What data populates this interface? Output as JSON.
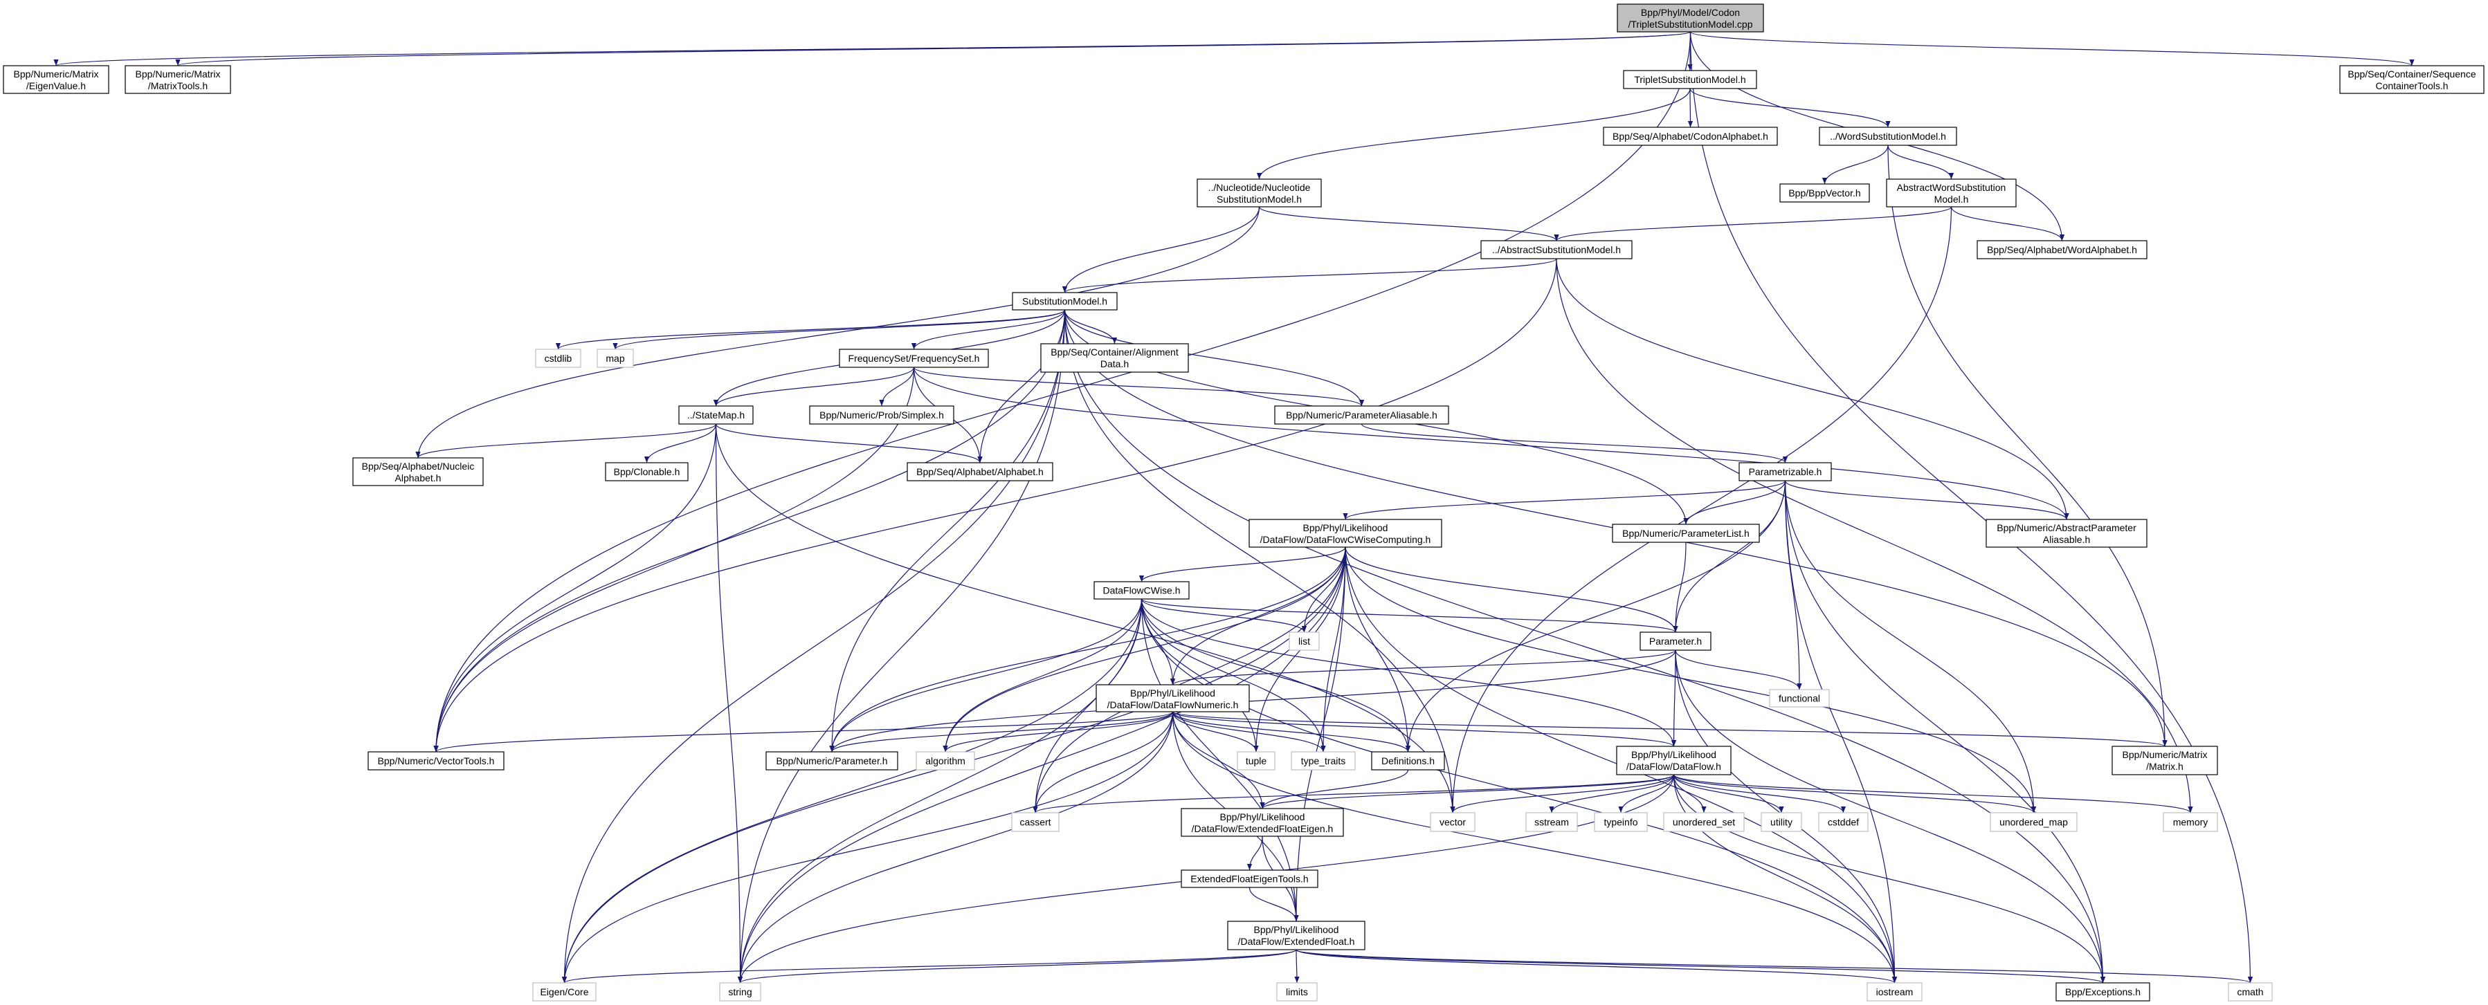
{
  "colors": {
    "edge": "#191970",
    "root_fill": "#bfbfbf",
    "system_border": "#bfbfbf",
    "node_border": "#000000"
  },
  "nodes": {
    "root": {
      "lines": [
        "Bpp/Phyl/Model/Codon",
        "/TripletSubstitutionModel.cpp"
      ],
      "kind": "root"
    },
    "eigenvalue": {
      "lines": [
        "Bpp/Numeric/Matrix",
        "/EigenValue.h"
      ],
      "kind": "project"
    },
    "matrixtools": {
      "lines": [
        "Bpp/Numeric/Matrix",
        "/MatrixTools.h"
      ],
      "kind": "project"
    },
    "triplet": {
      "lines": [
        "TripletSubstitutionModel.h"
      ],
      "kind": "project"
    },
    "seqcontainertools": {
      "lines": [
        "Bpp/Seq/Container/Sequence",
        "ContainerTools.h"
      ],
      "kind": "project"
    },
    "codonalphabet": {
      "lines": [
        "Bpp/Seq/Alphabet/CodonAlphabet.h"
      ],
      "kind": "project"
    },
    "wordsubst": {
      "lines": [
        "../WordSubstitutionModel.h"
      ],
      "kind": "project"
    },
    "nucleotide": {
      "lines": [
        "../Nucleotide/Nucleotide",
        "SubstitutionModel.h"
      ],
      "kind": "project"
    },
    "bppvector": {
      "lines": [
        "Bpp/BppVector.h"
      ],
      "kind": "project"
    },
    "abstractword": {
      "lines": [
        "AbstractWordSubstitution",
        "Model.h"
      ],
      "kind": "project"
    },
    "abstractsubst": {
      "lines": [
        "../AbstractSubstitutionModel.h"
      ],
      "kind": "project"
    },
    "wordalphabet": {
      "lines": [
        "Bpp/Seq/Alphabet/WordAlphabet.h"
      ],
      "kind": "project"
    },
    "substmodel": {
      "lines": [
        "SubstitutionModel.h"
      ],
      "kind": "project"
    },
    "cstdlib": {
      "lines": [
        "cstdlib"
      ],
      "kind": "system"
    },
    "map": {
      "lines": [
        "map"
      ],
      "kind": "system"
    },
    "freqset": {
      "lines": [
        "FrequencySet/FrequencySet.h"
      ],
      "kind": "project"
    },
    "alignmentdata": {
      "lines": [
        "Bpp/Seq/Container/Alignment",
        "Data.h"
      ],
      "kind": "project"
    },
    "statemap": {
      "lines": [
        "../StateMap.h"
      ],
      "kind": "project"
    },
    "simplex": {
      "lines": [
        "Bpp/Numeric/Prob/Simplex.h"
      ],
      "kind": "project"
    },
    "paramaliasable": {
      "lines": [
        "Bpp/Numeric/ParameterAliasable.h"
      ],
      "kind": "project"
    },
    "nucleicalphabet": {
      "lines": [
        "Bpp/Seq/Alphabet/Nucleic",
        "Alphabet.h"
      ],
      "kind": "project"
    },
    "clonable": {
      "lines": [
        "Bpp/Clonable.h"
      ],
      "kind": "project"
    },
    "alphabet": {
      "lines": [
        "Bpp/Seq/Alphabet/Alphabet.h"
      ],
      "kind": "project"
    },
    "parametrizable": {
      "lines": [
        "Parametrizable.h"
      ],
      "kind": "project"
    },
    "dfcwisecomputing": {
      "lines": [
        "Bpp/Phyl/Likelihood",
        "/DataFlow/DataFlowCWiseComputing.h"
      ],
      "kind": "project"
    },
    "parameterlist": {
      "lines": [
        "Bpp/Numeric/ParameterList.h"
      ],
      "kind": "project"
    },
    "absparamaliasable": {
      "lines": [
        "Bpp/Numeric/AbstractParameter",
        "Aliasable.h"
      ],
      "kind": "project"
    },
    "dfcwise": {
      "lines": [
        "DataFlowCWise.h"
      ],
      "kind": "project"
    },
    "list": {
      "lines": [
        "list"
      ],
      "kind": "system"
    },
    "parameter": {
      "lines": [
        "Parameter.h"
      ],
      "kind": "project"
    },
    "functional": {
      "lines": [
        "functional"
      ],
      "kind": "system"
    },
    "dfnumeric": {
      "lines": [
        "Bpp/Phyl/Likelihood",
        "/DataFlow/DataFlowNumeric.h"
      ],
      "kind": "project"
    },
    "vectortools": {
      "lines": [
        "Bpp/Numeric/VectorTools.h"
      ],
      "kind": "project"
    },
    "numparameter": {
      "lines": [
        "Bpp/Numeric/Parameter.h"
      ],
      "kind": "project"
    },
    "algorithm": {
      "lines": [
        "algorithm"
      ],
      "kind": "system"
    },
    "tuple": {
      "lines": [
        "tuple"
      ],
      "kind": "system"
    },
    "typetraits": {
      "lines": [
        "type_traits"
      ],
      "kind": "system"
    },
    "definitions": {
      "lines": [
        "Definitions.h"
      ],
      "kind": "project"
    },
    "dataflow": {
      "lines": [
        "Bpp/Phyl/Likelihood",
        "/DataFlow/DataFlow.h"
      ],
      "kind": "project"
    },
    "matrix": {
      "lines": [
        "Bpp/Numeric/Matrix",
        "/Matrix.h"
      ],
      "kind": "project"
    },
    "cassert": {
      "lines": [
        "cassert"
      ],
      "kind": "system"
    },
    "efeigen": {
      "lines": [
        "Bpp/Phyl/Likelihood",
        "/DataFlow/ExtendedFloatEigen.h"
      ],
      "kind": "project"
    },
    "vector": {
      "lines": [
        "vector"
      ],
      "kind": "system"
    },
    "sstream": {
      "lines": [
        "sstream"
      ],
      "kind": "system"
    },
    "typeinfo": {
      "lines": [
        "typeinfo"
      ],
      "kind": "system"
    },
    "unorderedset": {
      "lines": [
        "unordered_set"
      ],
      "kind": "system"
    },
    "utility": {
      "lines": [
        "utility"
      ],
      "kind": "system"
    },
    "cstddef": {
      "lines": [
        "cstddef"
      ],
      "kind": "system"
    },
    "unorderedmap": {
      "lines": [
        "unordered_map"
      ],
      "kind": "system"
    },
    "memory": {
      "lines": [
        "memory"
      ],
      "kind": "system"
    },
    "efeigentools": {
      "lines": [
        "ExtendedFloatEigenTools.h"
      ],
      "kind": "project"
    },
    "extendedfloat": {
      "lines": [
        "Bpp/Phyl/Likelihood",
        "/DataFlow/ExtendedFloat.h"
      ],
      "kind": "project"
    },
    "eigencore": {
      "lines": [
        "Eigen/Core"
      ],
      "kind": "system"
    },
    "string": {
      "lines": [
        "string"
      ],
      "kind": "system"
    },
    "limits": {
      "lines": [
        "limits"
      ],
      "kind": "system"
    },
    "iostream": {
      "lines": [
        "iostream"
      ],
      "kind": "system"
    },
    "exceptions": {
      "lines": [
        "Bpp/Exceptions.h"
      ],
      "kind": "project"
    },
    "cmath": {
      "lines": [
        "cmath"
      ],
      "kind": "system"
    }
  },
  "edges": [
    [
      "root",
      "eigenvalue"
    ],
    [
      "root",
      "matrixtools"
    ],
    [
      "root",
      "vectortools"
    ],
    [
      "root",
      "triplet"
    ],
    [
      "root",
      "wordalphabet"
    ],
    [
      "root",
      "seqcontainertools"
    ],
    [
      "root",
      "cmath"
    ],
    [
      "triplet",
      "nucleotide"
    ],
    [
      "triplet",
      "codonalphabet"
    ],
    [
      "triplet",
      "wordsubst"
    ],
    [
      "wordsubst",
      "bppvector"
    ],
    [
      "wordsubst",
      "abstractword"
    ],
    [
      "wordsubst",
      "matrix"
    ],
    [
      "abstractword",
      "abstractsubst"
    ],
    [
      "abstractword",
      "wordalphabet"
    ],
    [
      "abstractword",
      "vector"
    ],
    [
      "nucleotide",
      "nucleicalphabet"
    ],
    [
      "nucleotide",
      "substmodel"
    ],
    [
      "nucleotide",
      "abstractsubst"
    ],
    [
      "abstractsubst",
      "substmodel"
    ],
    [
      "abstractsubst",
      "vectortools"
    ],
    [
      "abstractsubst",
      "absparamaliasable"
    ],
    [
      "abstractsubst",
      "memory"
    ],
    [
      "substmodel",
      "cstdlib"
    ],
    [
      "substmodel",
      "map"
    ],
    [
      "substmodel",
      "freqset"
    ],
    [
      "substmodel",
      "alignmentdata"
    ],
    [
      "substmodel",
      "statemap"
    ],
    [
      "substmodel",
      "alphabet"
    ],
    [
      "substmodel",
      "paramaliasable"
    ],
    [
      "substmodel",
      "matrix"
    ],
    [
      "substmodel",
      "vectortools"
    ],
    [
      "substmodel",
      "string"
    ],
    [
      "substmodel",
      "eigencore"
    ],
    [
      "substmodel",
      "numparameter"
    ],
    [
      "substmodel",
      "parameterlist"
    ],
    [
      "substmodel",
      "exceptions"
    ],
    [
      "substmodel",
      "vector"
    ],
    [
      "freqset",
      "statemap"
    ],
    [
      "freqset",
      "simplex"
    ],
    [
      "freqset",
      "alphabet"
    ],
    [
      "freqset",
      "paramaliasable"
    ],
    [
      "freqset",
      "vectortools"
    ],
    [
      "freqset",
      "absparamaliasable"
    ],
    [
      "statemap",
      "nucleicalphabet"
    ],
    [
      "statemap",
      "clonable"
    ],
    [
      "statemap",
      "alphabet"
    ],
    [
      "statemap",
      "vectortools"
    ],
    [
      "statemap",
      "string"
    ],
    [
      "statemap",
      "vector"
    ],
    [
      "paramaliasable",
      "parametrizable"
    ],
    [
      "parametrizable",
      "dfcwisecomputing"
    ],
    [
      "parametrizable",
      "parameterlist"
    ],
    [
      "parametrizable",
      "absparamaliasable"
    ],
    [
      "parametrizable",
      "parameter"
    ],
    [
      "parametrizable",
      "functional"
    ],
    [
      "parametrizable",
      "definitions"
    ],
    [
      "parametrizable",
      "unorderedmap"
    ],
    [
      "parametrizable",
      "iostream"
    ],
    [
      "parametrizable",
      "exceptions"
    ],
    [
      "dfcwisecomputing",
      "dfcwise"
    ],
    [
      "dfcwisecomputing",
      "dfnumeric"
    ],
    [
      "dfcwisecomputing",
      "list"
    ],
    [
      "dfcwisecomputing",
      "parameter"
    ],
    [
      "dfcwisecomputing",
      "definitions"
    ],
    [
      "dfcwisecomputing",
      "tuple"
    ],
    [
      "dfcwisecomputing",
      "typetraits"
    ],
    [
      "dfcwisecomputing",
      "string"
    ],
    [
      "dfcwisecomputing",
      "eigencore"
    ],
    [
      "dfcwisecomputing",
      "numparameter"
    ],
    [
      "dfcwisecomputing",
      "algorithm"
    ],
    [
      "dfcwisecomputing",
      "cassert"
    ],
    [
      "dfcwisecomputing",
      "extendedfloat"
    ],
    [
      "dfcwisecomputing",
      "unorderedmap"
    ],
    [
      "dfcwisecomputing",
      "iostream"
    ],
    [
      "dfcwise",
      "dfnumeric"
    ],
    [
      "dfcwise",
      "parameter"
    ],
    [
      "dfcwise",
      "list"
    ],
    [
      "dfcwise",
      "numparameter"
    ],
    [
      "dfcwise",
      "algorithm"
    ],
    [
      "dfcwise",
      "cassert"
    ],
    [
      "dfcwise",
      "string"
    ],
    [
      "dfcwise",
      "eigencore"
    ],
    [
      "dfcwise",
      "tuple"
    ],
    [
      "dfcwise",
      "typetraits"
    ],
    [
      "dfcwise",
      "definitions"
    ],
    [
      "dfcwise",
      "extendedfloat"
    ],
    [
      "dfcwise",
      "iostream"
    ],
    [
      "dfcwise",
      "dataflow"
    ],
    [
      "parameterlist",
      "parameter"
    ],
    [
      "parameter",
      "dfnumeric"
    ],
    [
      "parameter",
      "numparameter"
    ],
    [
      "parameter",
      "functional"
    ],
    [
      "parameter",
      "dataflow"
    ],
    [
      "parameter",
      "iostream"
    ],
    [
      "parameter",
      "exceptions"
    ],
    [
      "dfnumeric",
      "vectortools"
    ],
    [
      "dfnumeric",
      "numparameter"
    ],
    [
      "dfnumeric",
      "algorithm"
    ],
    [
      "dfnumeric",
      "cassert"
    ],
    [
      "dfnumeric",
      "tuple"
    ],
    [
      "dfnumeric",
      "typetraits"
    ],
    [
      "dfnumeric",
      "definitions"
    ],
    [
      "dfnumeric",
      "efeigen"
    ],
    [
      "dfnumeric",
      "extendedfloat"
    ],
    [
      "dfnumeric",
      "matrix"
    ],
    [
      "dfnumeric",
      "dataflow"
    ],
    [
      "dfnumeric",
      "string"
    ],
    [
      "dfnumeric",
      "eigencore"
    ],
    [
      "dfnumeric",
      "iostream"
    ],
    [
      "definitions",
      "efeigen"
    ],
    [
      "dataflow",
      "efeigen"
    ],
    [
      "dataflow",
      "cassert"
    ],
    [
      "dataflow",
      "vector"
    ],
    [
      "dataflow",
      "sstream"
    ],
    [
      "dataflow",
      "typeinfo"
    ],
    [
      "dataflow",
      "unorderedset"
    ],
    [
      "dataflow",
      "utility"
    ],
    [
      "dataflow",
      "cstddef"
    ],
    [
      "dataflow",
      "unorderedmap"
    ],
    [
      "dataflow",
      "memory"
    ],
    [
      "dataflow",
      "iostream"
    ],
    [
      "dataflow",
      "exceptions"
    ],
    [
      "dataflow",
      "string"
    ],
    [
      "efeigen",
      "efeigentools"
    ],
    [
      "efeigen",
      "extendedfloat"
    ],
    [
      "efeigentools",
      "extendedfloat"
    ],
    [
      "extendedfloat",
      "eigencore"
    ],
    [
      "extendedfloat",
      "string"
    ],
    [
      "extendedfloat",
      "limits"
    ],
    [
      "extendedfloat",
      "iostream"
    ],
    [
      "extendedfloat",
      "exceptions"
    ],
    [
      "extendedfloat",
      "cmath"
    ]
  ]
}
